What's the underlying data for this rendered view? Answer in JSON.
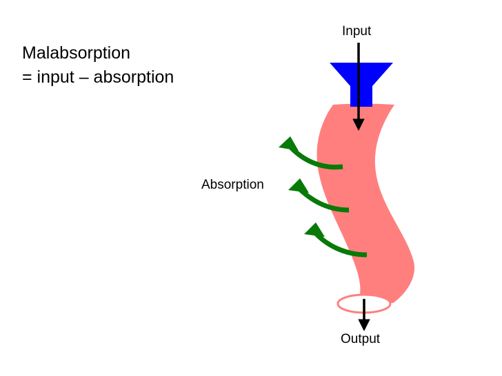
{
  "title": {
    "line1": "Malabsorption",
    "line2": "= input – absorption"
  },
  "labels": {
    "input": "Input",
    "absorption": "Absorption",
    "output": "Output"
  },
  "colors": {
    "intestine": "#ff7f7f",
    "funnel": "#0000ff",
    "absorption_arrows": "#077a07",
    "flow_arrows": "#000000"
  },
  "icons": {
    "funnel": "funnel-icon",
    "intestine": "intestine-tube"
  }
}
